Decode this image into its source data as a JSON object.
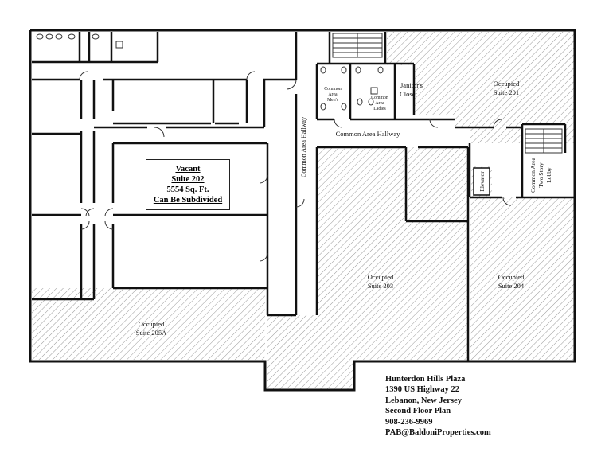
{
  "plan": {
    "vacant": {
      "status": "Vacant",
      "suite": "Suite 202",
      "area": "5554 Sq. Ft.",
      "note": "Can Be Subdivided"
    },
    "suites": {
      "s201": {
        "status": "Occupied",
        "name": "Suite 201"
      },
      "s203": {
        "status": "Occupied",
        "name": "Suite 203"
      },
      "s204": {
        "status": "Occupied",
        "name": "Suite 204"
      },
      "s205a": {
        "status": "Occupied",
        "name": "Suite 205A"
      }
    },
    "rooms": {
      "mens_1": "Common",
      "mens_2": "Area",
      "mens_3": "Men's",
      "ladies_1": "Common",
      "ladies_2": "Area",
      "ladies_3": "Ladies",
      "janitor_1": "Janitor's",
      "janitor_2": "Closet",
      "hallway_h": "Common Area Hallway",
      "hallway_v": "Common Area Hallway",
      "elevator": "Elevator",
      "lobby_1": "Common Area",
      "lobby_2": "Two Story",
      "lobby_3": "Lobby"
    }
  },
  "info": {
    "name": "Hunterdon Hills Plaza",
    "address": "1390 US Highway 22",
    "city": "Lebanon, New Jersey",
    "floor": "Second Floor Plan",
    "phone": "908-236-9969",
    "email": "PAB@BaldoniProperties.com"
  }
}
